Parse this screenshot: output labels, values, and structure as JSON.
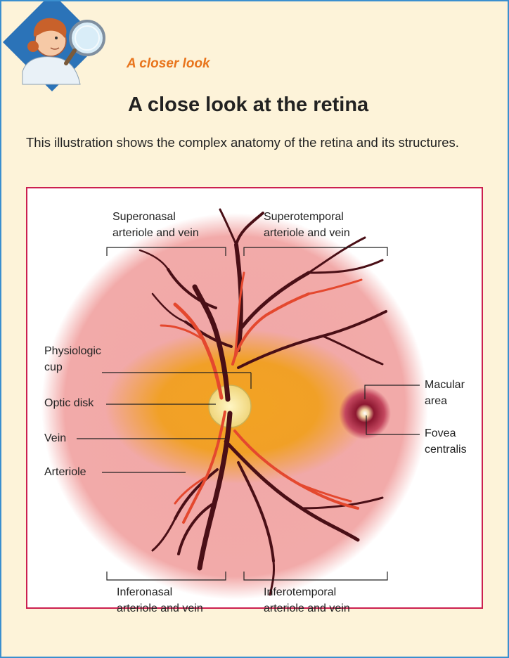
{
  "header": {
    "kicker": "A closer look",
    "title": "A close look at the retina"
  },
  "intro": "This illustration shows the complex anatomy of the retina and its structures.",
  "figure": {
    "labels": {
      "superonasal": "Superonasal\narteriole and vein",
      "superotemporal": "Superotemporal\narteriole and vein",
      "physiologic_cup": "Physiologic\ncup",
      "optic_disk": "Optic disk",
      "vein": "Vein",
      "arteriole": "Arteriole",
      "macular_area": "Macular\narea",
      "fovea_centralis": "Fovea\ncentralis",
      "inferonasal": "Inferonasal\narteriole and vein",
      "inferotemporal": "Inferotemporal\narteriole and vein"
    }
  },
  "colors": {
    "frame_border": "#3a8fcf",
    "page_background": "#fdf3d9",
    "kicker": "#e8741c",
    "figure_border": "#cc1f4f",
    "retina": "#f2a3a6",
    "macula_glow": "#f3a21c",
    "vein": "#4a0f16",
    "arteriole": "#e4482e"
  },
  "icons": {
    "badge": "magnifying-glass-girl-icon"
  }
}
